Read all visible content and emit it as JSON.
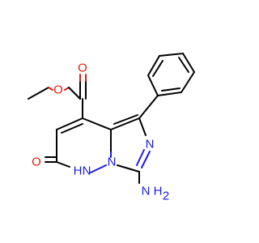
{
  "molecule": {
    "atoms": {
      "ester_o_single": "O",
      "ester_o_double": "O",
      "ring_n_top": "N",
      "ring_n_bridge": "N",
      "ring_nh": "H",
      "ring_nh_n": "N",
      "amine": "NH2",
      "amine_h": "H",
      "amine_n": "N",
      "keto_o": "O"
    }
  },
  "colors": {
    "carbon_bond": "#000000",
    "oxygen": "#e8190c",
    "nitrogen": "#1a1ae6"
  }
}
